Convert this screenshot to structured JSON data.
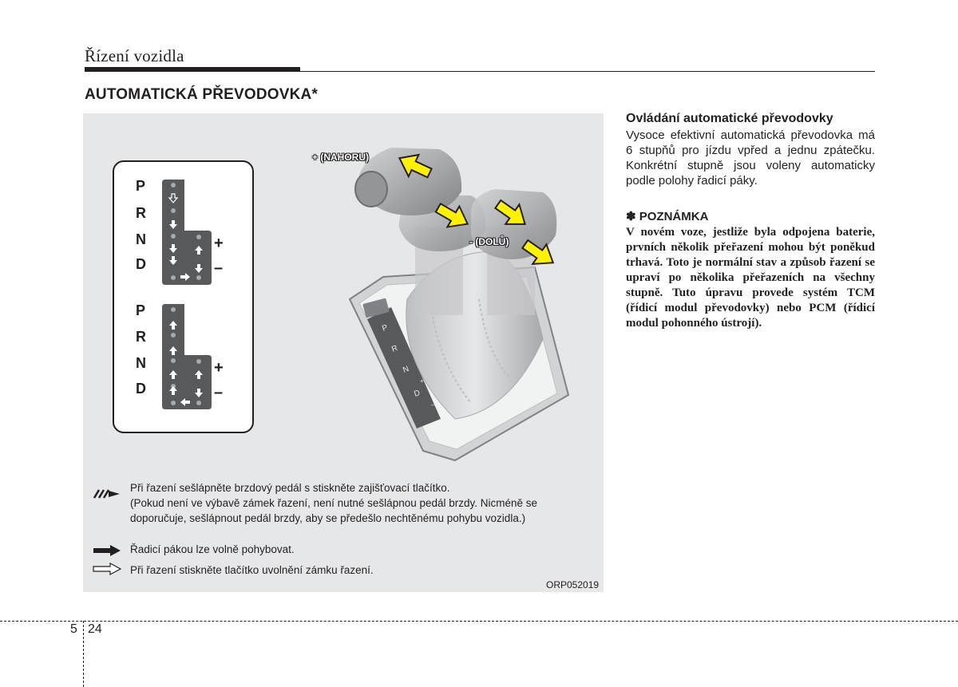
{
  "header": {
    "section_title": "Řízení vozidla"
  },
  "main": {
    "heading": "AUTOMATICKÁ PŘEVODOVKA*"
  },
  "figure": {
    "code": "ORP052019",
    "callout_up": "+ (NAHORU)",
    "callout_down": "- (DOLŮ)",
    "gate_letters": [
      "P",
      "R",
      "N",
      "D"
    ],
    "plus": "+",
    "minus": "–",
    "console_plate": [
      "P",
      "R",
      "N",
      "D",
      "+",
      "–"
    ],
    "legend": [
      {
        "icon": "brake-pedal-icon",
        "lines": [
          "Při řazení sešlápněte brzdový pedál s stiskněte zajišťovací tlačítko.",
          "(Pokud není ve výbavě zámek řazení, není nutné sešlápnou pedál brzdy. Nicméně se",
          "doporučuje, sešlápnout pedál brzdy, aby se předešlo nechtěnému pohybu vozidla.)"
        ]
      },
      {
        "icon": "solid-arrow-icon",
        "lines": [
          "Řadicí pákou lze volně pohybovat."
        ]
      },
      {
        "icon": "outline-arrow-icon",
        "lines": [
          "Při řazení stiskněte tlačítko uvolnění zámku řazení."
        ]
      }
    ]
  },
  "right": {
    "subheading": "Ovládání automatické převodovky",
    "paragraph": "Vysoce efektivní automatická převodovka má 6 stupňů pro jízdu vpřed a jednu zpátečku. Konkrétní stupně jsou voleny automaticky podle polohy řadicí páky.",
    "note_heading": "✽ POZNÁMKA",
    "note_text": "V novém voze, jestliže byla odpojena baterie, prvních několik přeřazení mohou být poněkud trhavá. Toto je normální stav a způsob řazení se upraví po několika přeřazeních na všechny stupně. Tuto úpravu provede systém TCM (řídicí modul převodovky) nebo PCM (řídicí modul pohonného ústrojí)."
  },
  "footer": {
    "chapter": "5",
    "page": "24"
  }
}
